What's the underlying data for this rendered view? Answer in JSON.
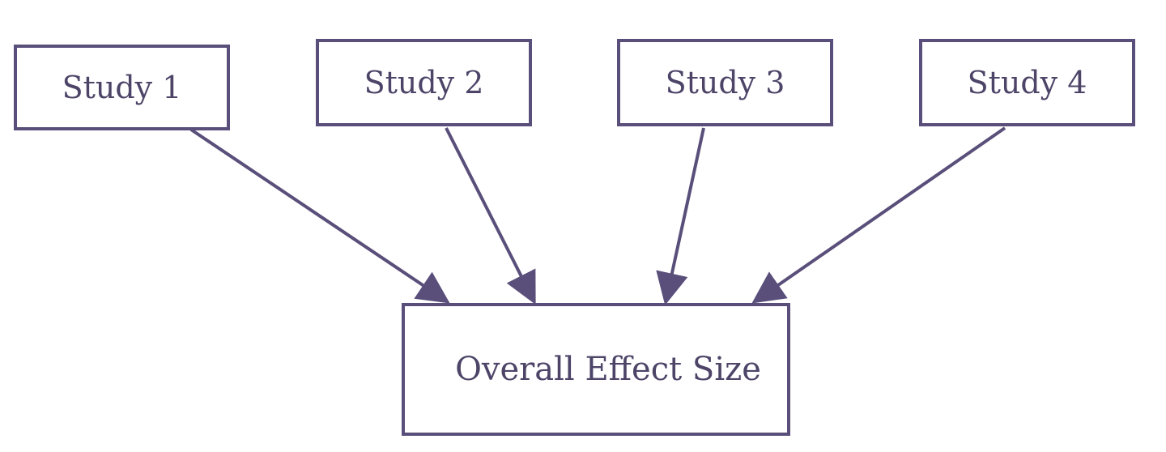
{
  "diagram": {
    "studies": [
      {
        "label": "Study 1"
      },
      {
        "label": "Study 2"
      },
      {
        "label": "Study 3"
      },
      {
        "label": "Study 4"
      }
    ],
    "result": {
      "label": "Overall Effect Size"
    },
    "colors": {
      "stroke": "#5a4f7a",
      "text": "#4d4468",
      "background": "#ffffff"
    },
    "edges": [
      {
        "from": "Study 1",
        "to": "Overall Effect Size"
      },
      {
        "from": "Study 2",
        "to": "Overall Effect Size"
      },
      {
        "from": "Study 3",
        "to": "Overall Effect Size"
      },
      {
        "from": "Study 4",
        "to": "Overall Effect Size"
      }
    ]
  }
}
